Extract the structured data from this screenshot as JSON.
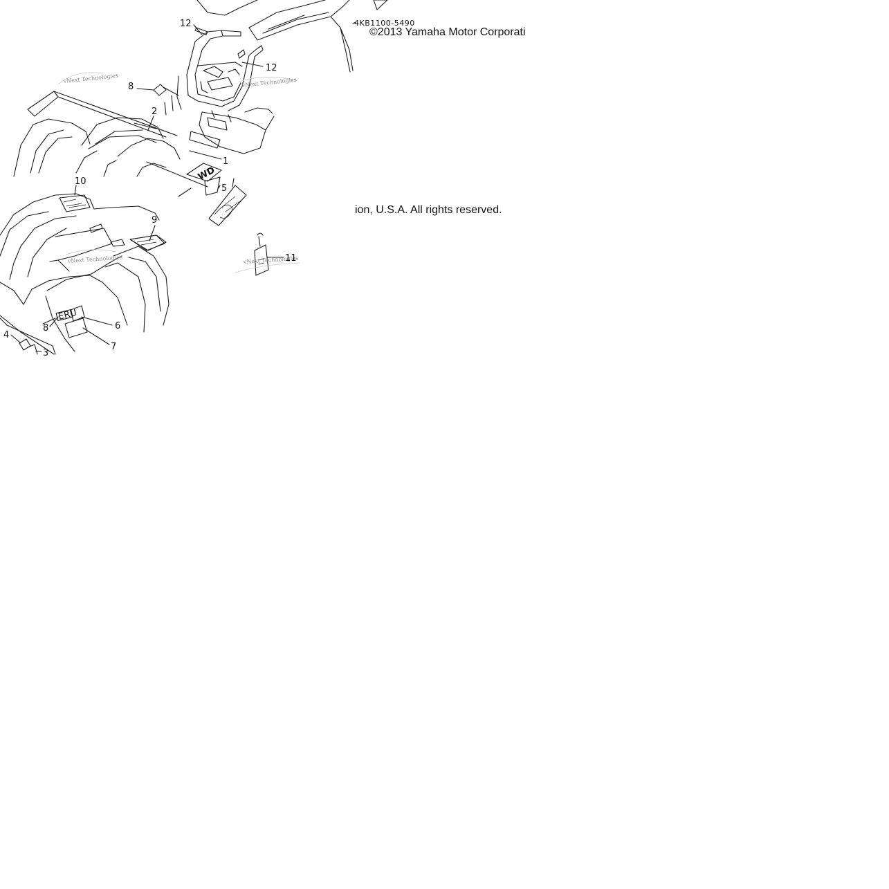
{
  "diagram": {
    "part_number": "4KB1100-5490",
    "copyright_part1": "©2013 Yamaha Motor Corporati",
    "copyright_part2": "ion, U.S.A. All rights reserved.",
    "watermark": "vNext Technologies",
    "callouts": {
      "c1": "1",
      "c2": "2",
      "c3": "3",
      "c4": "4",
      "c5": "5",
      "c6": "6",
      "c7": "7",
      "c8a": "8",
      "c8b": "8",
      "c9": "9",
      "c10": "10",
      "c11": "11",
      "c12a": "12",
      "c12b": "12"
    }
  }
}
